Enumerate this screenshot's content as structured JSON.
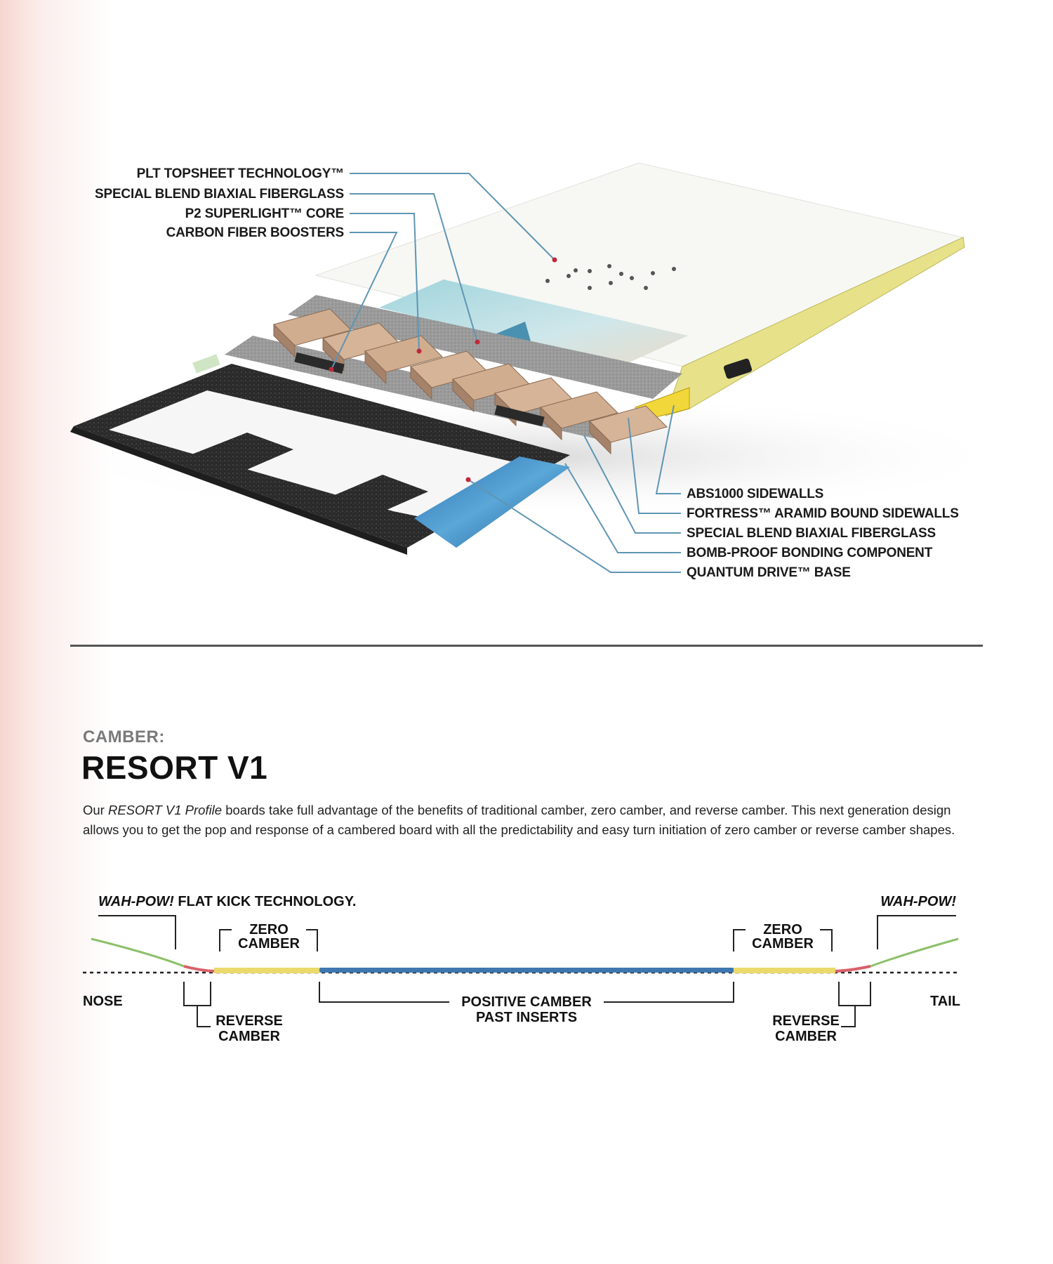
{
  "construction": {
    "top_labels": [
      "PLT TOPSHEET TECHNOLOGY™",
      "SPECIAL BLEND BIAXIAL FIBERGLASS",
      "P2 SUPERLIGHT™ CORE",
      "CARBON FIBER BOOSTERS"
    ],
    "bottom_labels": [
      "ABS1000 SIDEWALLS",
      "FORTRESS™ ARAMID BOUND SIDEWALLS",
      "SPECIAL BLEND BIAXIAL FIBERGLASS",
      "BOMB-PROOF BONDING COMPONENT",
      "QUANTUM DRIVE™ BASE"
    ]
  },
  "camber": {
    "kicker": "CAMBER:",
    "title": "RESORT V1",
    "description_prefix": "Our ",
    "description_emphasis": "RESORT V1 Profile",
    "description_rest": " boards take full advantage of the benefits of traditional camber, zero camber, and reverse camber. This next generation design allows you to get the pop and response of a cambered board with all the predictability and easy turn initiation of zero camber or reverse camber shapes."
  },
  "profile": {
    "wah_pow_emphasis": "WAH-POW!",
    "wah_pow_rest": " FLAT KICK TECHNOLOGY.",
    "wah_pow_right": "WAH-POW!",
    "zero_camber_line1": "ZERO",
    "zero_camber_line2": "CAMBER",
    "reverse_camber_line1": "REVERSE",
    "reverse_camber_line2": "CAMBER",
    "positive_line1": "POSITIVE CAMBER",
    "positive_line2": "PAST INSERTS",
    "nose": "NOSE",
    "tail": "TAIL",
    "colors": {
      "kick": "#8dc06a",
      "reverse": "#d9606a",
      "zero": "#ecd96c",
      "positive": "#3f77b0"
    }
  }
}
